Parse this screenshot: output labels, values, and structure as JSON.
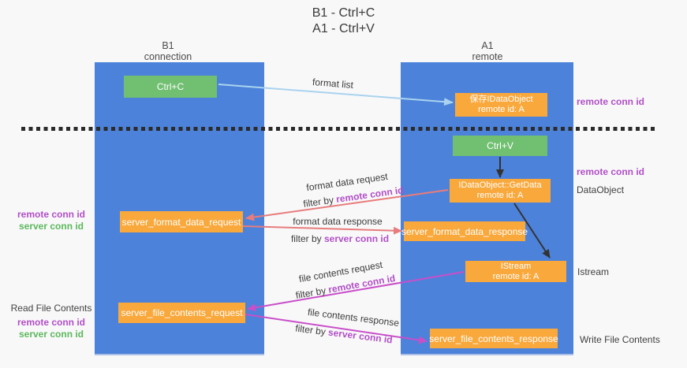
{
  "title": {
    "line1": "B1 - Ctrl+C",
    "line2": "A1 - Ctrl+V"
  },
  "lifelines": {
    "left": {
      "name": "B1",
      "role": "connection"
    },
    "right": {
      "name": "A1",
      "role": "remote"
    }
  },
  "boxes": {
    "ctrl_c": {
      "label": "Ctrl+C"
    },
    "ctrl_v": {
      "label": "Ctrl+V"
    },
    "save_dataobject": {
      "line1": "保存IDataObject",
      "line2": "remote id: A"
    },
    "getdata": {
      "line1": "IDataObject::GetData",
      "line2": "remote id: A"
    },
    "istream": {
      "line1": "IStream",
      "line2": "remote id: A"
    },
    "format_request": {
      "label": "server_format_data_request"
    },
    "format_response": {
      "label": "server_format_data_response"
    },
    "file_request": {
      "label": "server_file_contents_request"
    },
    "file_response": {
      "label": "server_file_contents_response"
    }
  },
  "flow_labels": {
    "format_list": "format list",
    "format_request": {
      "title": "format data request",
      "filter_prefix": "filter by ",
      "filter_key": "remote conn id"
    },
    "format_response": {
      "title": "format data response",
      "filter_prefix": "filter by ",
      "filter_key": "server conn id"
    },
    "file_request": {
      "title": "file contents request",
      "filter_prefix": "filter by ",
      "filter_key": "remote conn id"
    },
    "file_response": {
      "title": "file contents response",
      "filter_prefix": "filter by ",
      "filter_key": "server conn id"
    }
  },
  "annotations": {
    "right_remote_conn_id_top": "remote conn id",
    "right_remote_conn_id_mid": "remote conn id",
    "dataobject": "DataObject",
    "istream": "Istream",
    "write_file_contents": "Write File Contents",
    "left_remote_conn_id_top": "remote conn id",
    "left_server_conn_id_top": "server conn id",
    "read_file_contents": "Read File Contents",
    "left_remote_conn_id_bottom": "remote conn id",
    "left_server_conn_id_bottom": "server conn id"
  },
  "colors": {
    "lifeline_blue": "#4c82da",
    "box_green": "#71bf71",
    "box_orange": "#f9a83c",
    "arrow_light_blue": "#a9d3ee",
    "arrow_salmon": "#e87c7c",
    "arrow_magenta": "#c94fc9",
    "arrow_black": "#333333",
    "conn_id_purple": "#b14fc6",
    "conn_id_green": "#5cb85c",
    "dashed_separator": "#2b2b2b"
  }
}
